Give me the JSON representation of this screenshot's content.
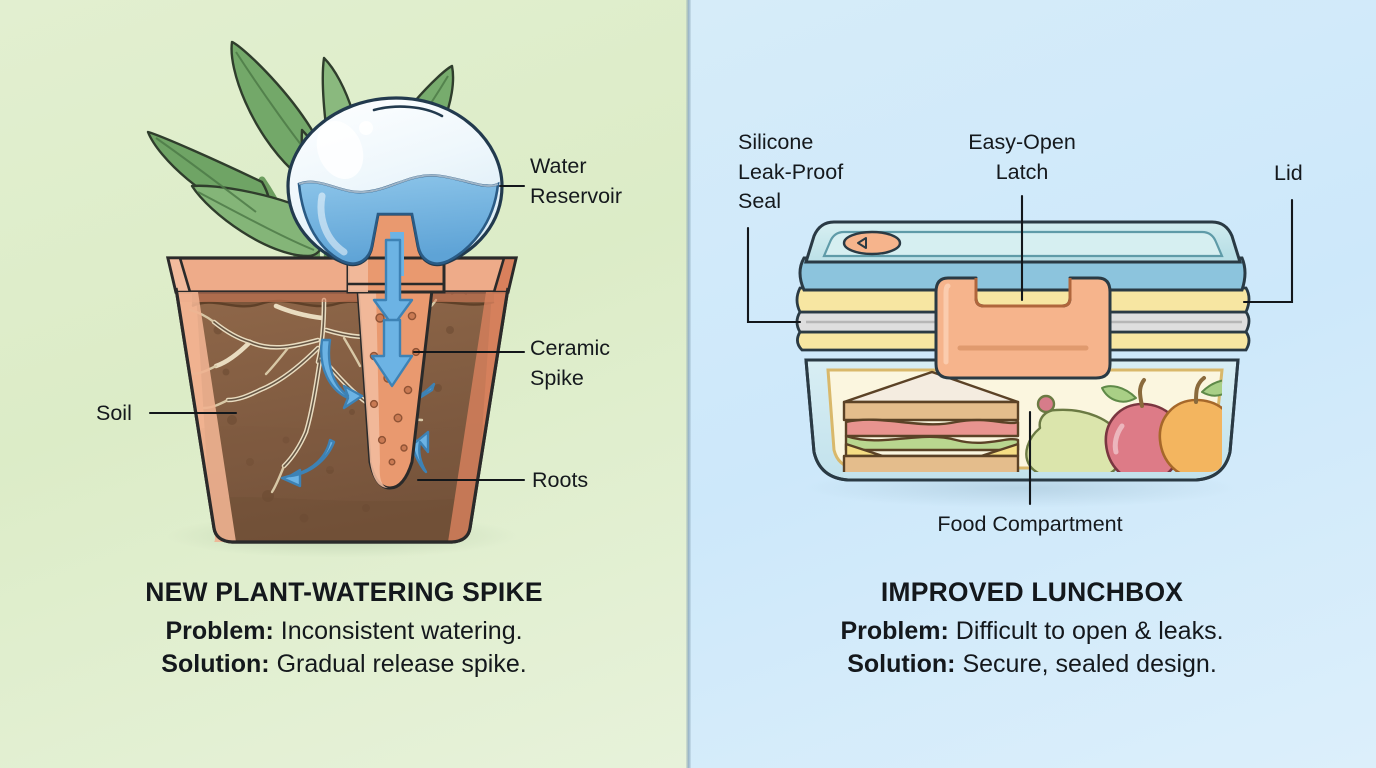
{
  "background": {
    "left_panel_color": "#dcecc7",
    "right_panel_color": "#cde8fa",
    "divider_color": "#8fa8b8"
  },
  "panels": [
    {
      "id": "plant-watering-spike",
      "title": "NEW PLANT-WATERING SPIKE",
      "problem_label": "Problem:",
      "problem_text": "Inconsistent watering.",
      "solution_label": "Solution:",
      "solution_text": "Gradual release spike.",
      "callouts": [
        {
          "name": "water-reservoir",
          "text": "Water\nReservoir"
        },
        {
          "name": "ceramic-spike",
          "text": "Ceramic\nSpike"
        },
        {
          "name": "soil",
          "text": "Soil"
        },
        {
          "name": "roots",
          "text": "Roots"
        }
      ],
      "illustration_colors": {
        "pot": "#e99b78",
        "pot_shadow": "#d9805c",
        "soil": "#8a6245",
        "soil_dark": "#7a543a",
        "leaf": "#7cb071",
        "leaf_dark": "#5f9458",
        "stem": "#8dbd7c",
        "water": "#6fb0e0",
        "glass": "#eef7fc",
        "arrow": "#6cb3e4",
        "root": "#e8d9bd",
        "outline": "#2a2a2a"
      }
    },
    {
      "id": "improved-lunchbox",
      "title": "IMPROVED LUNCHBOX",
      "problem_label": "Problem:",
      "problem_text": "Difficult to open & leaks.",
      "solution_label": "Solution:",
      "solution_text": "Secure, sealed design.",
      "callouts": [
        {
          "name": "silicone-leak-proof-seal",
          "text": "Silicone\nLeak-Proof\nSeal"
        },
        {
          "name": "easy-open-latch",
          "text": "Easy-Open\nLatch"
        },
        {
          "name": "lid",
          "text": "Lid"
        },
        {
          "name": "food-compartment",
          "text": "Food Compartment"
        }
      ],
      "illustration_colors": {
        "lid_top": "#c6e6e8",
        "lid_band": "#8cc4dd",
        "yellow_band": "#f7e6a2",
        "seal_gray": "#dcdcdc",
        "latch": "#f6b48c",
        "body": "#cfe8ef",
        "interior": "#fbf6df",
        "sandwich_bread": "#e8c08f",
        "sandwich_filling_tomato": "#e89a96",
        "sandwich_filling_lettuce": "#bcd89a",
        "sandwich_filling_cheese": "#f6e08a",
        "apple": "#de7b87",
        "orange": "#f4b55e",
        "pear": "#d7e2a8",
        "outline": "#2a2a2a"
      }
    }
  ]
}
